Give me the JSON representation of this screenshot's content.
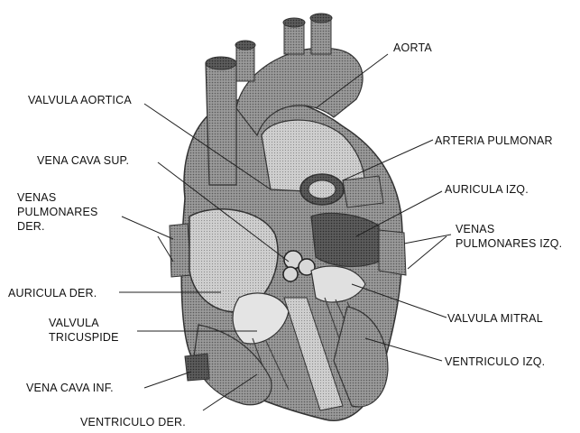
{
  "labels": {
    "aorta": "AORTA",
    "valvula_aortica": "VALVULA AORTICA",
    "arteria_pulmonar": "ARTERIA PULMONAR",
    "vena_cava_sup": "VENA CAVA SUP.",
    "auricula_izq": "AURICULA IZQ.",
    "venas_pulmonares_der": [
      "VENAS",
      "PULMONARES",
      "DER."
    ],
    "venas_pulmonares_izq": [
      "VENAS",
      "PULMONARES IZQ."
    ],
    "auricula_der": "AURICULA DER.",
    "valvula_tricuspide": [
      "VALVULA",
      "TRICUSPIDE"
    ],
    "valvula_mitral": "VALVULA MITRAL",
    "ventriculo_izq": "VENTRICULO IZQ.",
    "vena_cava_inf": "VENA CAVA INF.",
    "ventriculo_der": "VENTRICULO DER."
  },
  "colors": {
    "background": "#ffffff",
    "tissue_dark": "#4a4a4a",
    "tissue_mid": "#8a8a8a",
    "tissue_light": "#c8c8c8",
    "leader_line": "#222222"
  }
}
